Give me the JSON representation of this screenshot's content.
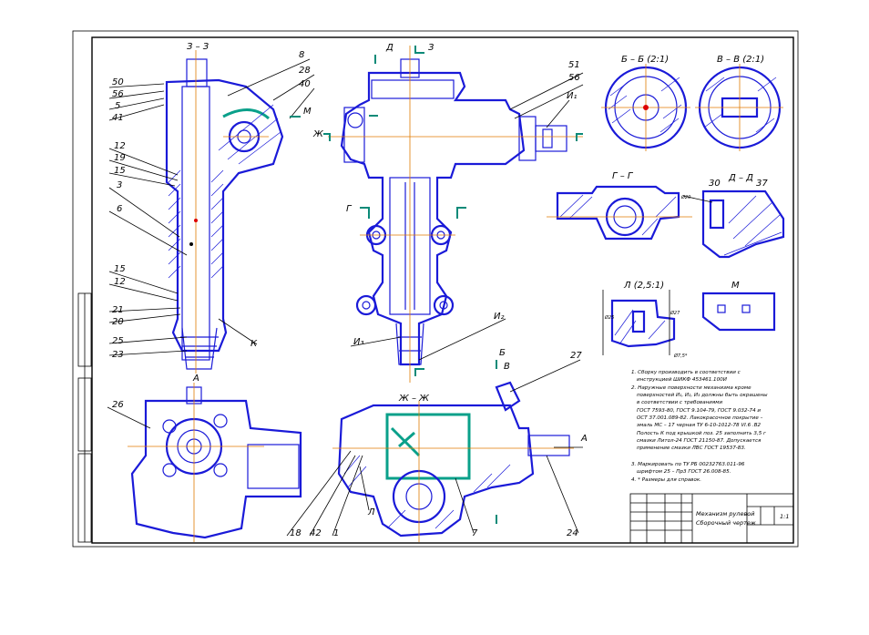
{
  "section_titles": {
    "zz": "З – З",
    "bb": "Б – Б (2:1)",
    "vv": "В – В (2:1)",
    "gg": "Г – Г",
    "dd": "Д – Д",
    "l": "Л (2,5:1)",
    "m": "М",
    "a": "А",
    "zhzh": "Ж – Ж"
  },
  "callouts_left": [
    "50",
    "56",
    "5",
    "41",
    "12",
    "19",
    "15",
    "3",
    "6",
    "15",
    "12",
    "21",
    "20",
    "25",
    "23",
    "26"
  ],
  "callouts_top": [
    "8",
    "28",
    "40",
    "М",
    "51",
    "56",
    "И₁",
    "И₂",
    "И₃",
    "К",
    "З",
    "Д",
    "Ж",
    "Г",
    "30",
    "37",
    "27",
    "Б",
    "В",
    "А",
    "18",
    "42",
    "1",
    "Л",
    "7",
    "24"
  ],
  "notes": [
    "1. Сборку производить в соответствии с",
    "инструкцией ШИКФ 453461.100И",
    "2. Наружные поверхности механизма кроме",
    "поверхностей И₁, И₂, И₃ должны быть окрашены",
    "в соответствии с требованиями",
    "ГОСТ 7593-80, ГОСТ 9.104-79, ГОСТ 9.032-74 и",
    "ОСТ 37.001.089-82. Лакокрасочное покрытие –",
    "эмаль МС – 17 черная ТУ 6-10-1012-78 VI.6 .В2",
    "Полость К под крышкой поз. 25 заполнить 3,5 г",
    "смазки Литол-24 ГОСТ 21150-87. Допускается",
    "применение смазки ЛВС ГОСТ 19537-83.",
    "3. Маркировать по ТУ РБ 00232763.011-96",
    "шрифтом 25 – Пр3 ГОСТ 26.008-85.",
    "4. * Размеры для справок."
  ],
  "title_block": {
    "name_line1": "Механизм рулевой",
    "name_line2": "Сборочный чертеж",
    "scale": "1:1"
  },
  "dimensions": [
    "Ø7,5*",
    "Ø20",
    "Ø25",
    "Ø27"
  ]
}
